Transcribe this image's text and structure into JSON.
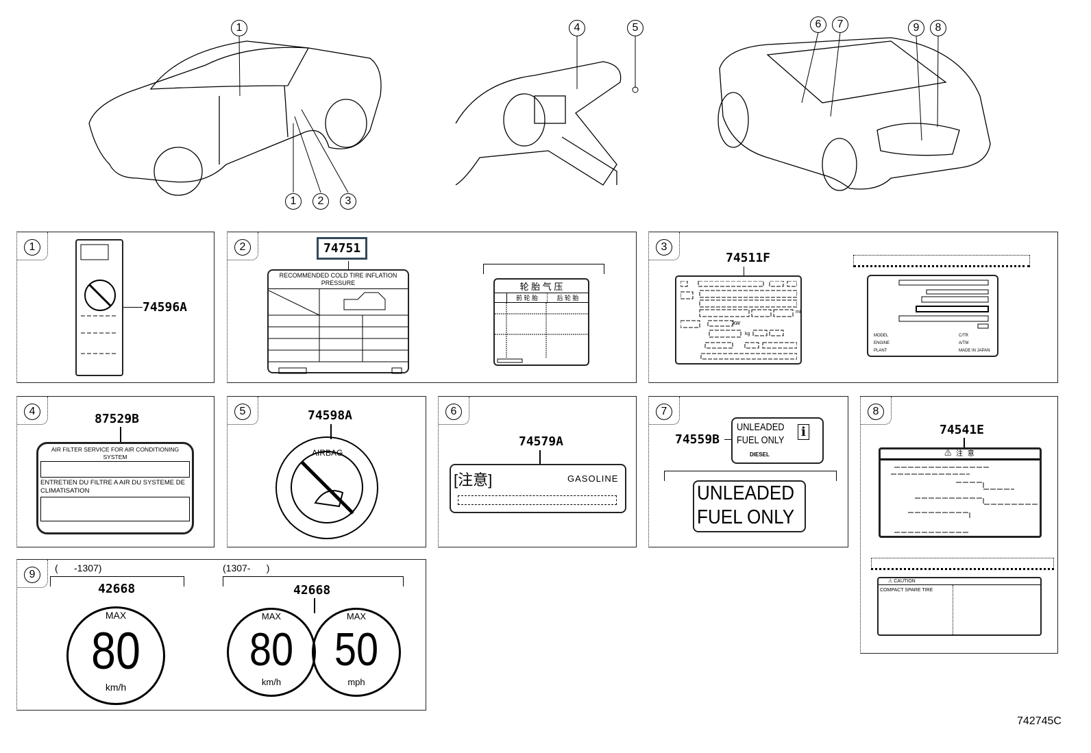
{
  "callouts_top": [
    "1",
    "4",
    "5",
    "6",
    "7",
    "9",
    "8",
    "1",
    "2",
    "3"
  ],
  "panels": [
    {
      "num": "1",
      "part": "74596A"
    },
    {
      "num": "2",
      "part": "74751",
      "tire_title": "RECOMMENDED COLD TIRE INFLATION PRESSURE",
      "cn_title": "轮 胎 气 压",
      "cn_front": "前 轮 胎",
      "cn_rear": "后 轮 胎"
    },
    {
      "num": "3",
      "part": "74511F",
      "kw": "kw",
      "kg": "kg",
      "mi": "mi",
      "model": "MODEL",
      "engine": "ENGINE",
      "plant": "PLANT",
      "ctr": "C/TR",
      "atm": "A/TM",
      "made": "MADE IN JAPAN"
    },
    {
      "num": "4",
      "part": "87529B",
      "en": "AIR FILTER SERVICE FOR AIR CONDITIONING SYSTEM",
      "fr": "ENTRETIEN DU FILTRE A AIR DU SYSTEME DE CLIMATISATION"
    },
    {
      "num": "5",
      "part": "74598A",
      "ring": "AIRBAG"
    },
    {
      "num": "6",
      "part": "74579A",
      "jp": "[注意]",
      "fuel": "GASOLINE"
    },
    {
      "num": "7",
      "part": "74559B",
      "l1": "UNLEADED",
      "l2": "FUEL ONLY",
      "diesel": "DIESEL",
      "big1": "UNLEADED",
      "big2": "FUEL ONLY"
    },
    {
      "num": "8",
      "part": "74541E",
      "warn": "⚠  注   意",
      "caution": "⚠ CAUTION",
      "spare": "COMPACT SPARE TIRE"
    },
    {
      "num": "9",
      "range_a": "(      -1307)",
      "range_b": "(1307-      )",
      "part_a": "42668",
      "part_b": "42668",
      "max": "MAX",
      "v80": "80",
      "v50": "50",
      "kmh": "km/h",
      "mph": "mph"
    }
  ],
  "highlight_color": "#34495a",
  "figure_code": "742745C"
}
